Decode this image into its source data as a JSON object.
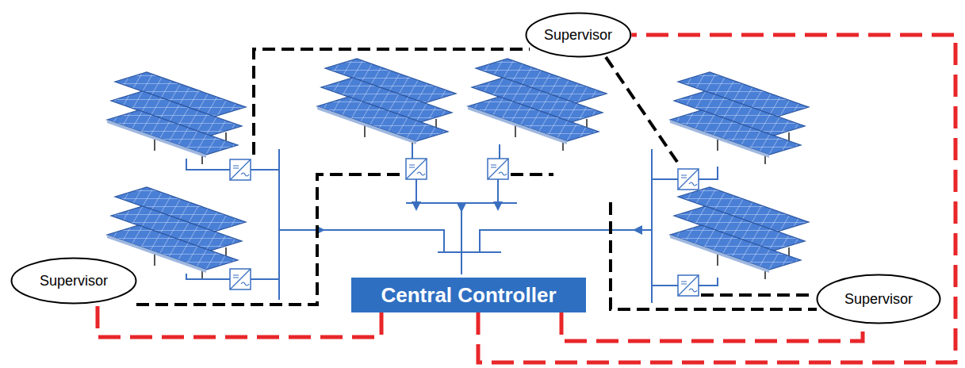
{
  "diagram": {
    "nodes": [
      {
        "text": [
          "Supervisor"
        ]
      },
      {
        "text": [
          "Supervisor"
        ]
      },
      {
        "text": [
          "Central Controller"
        ]
      },
      {
        "text": [
          "Supervisor"
        ]
      }
    ],
    "edges": [
      {
        "from": 2,
        "to": 1,
        "arrow": "none"
      },
      {
        "from": 2,
        "to": 0,
        "arrow": "none"
      },
      {
        "from": 2,
        "to": 3,
        "arrow": "none"
      }
    ]
  }
}
